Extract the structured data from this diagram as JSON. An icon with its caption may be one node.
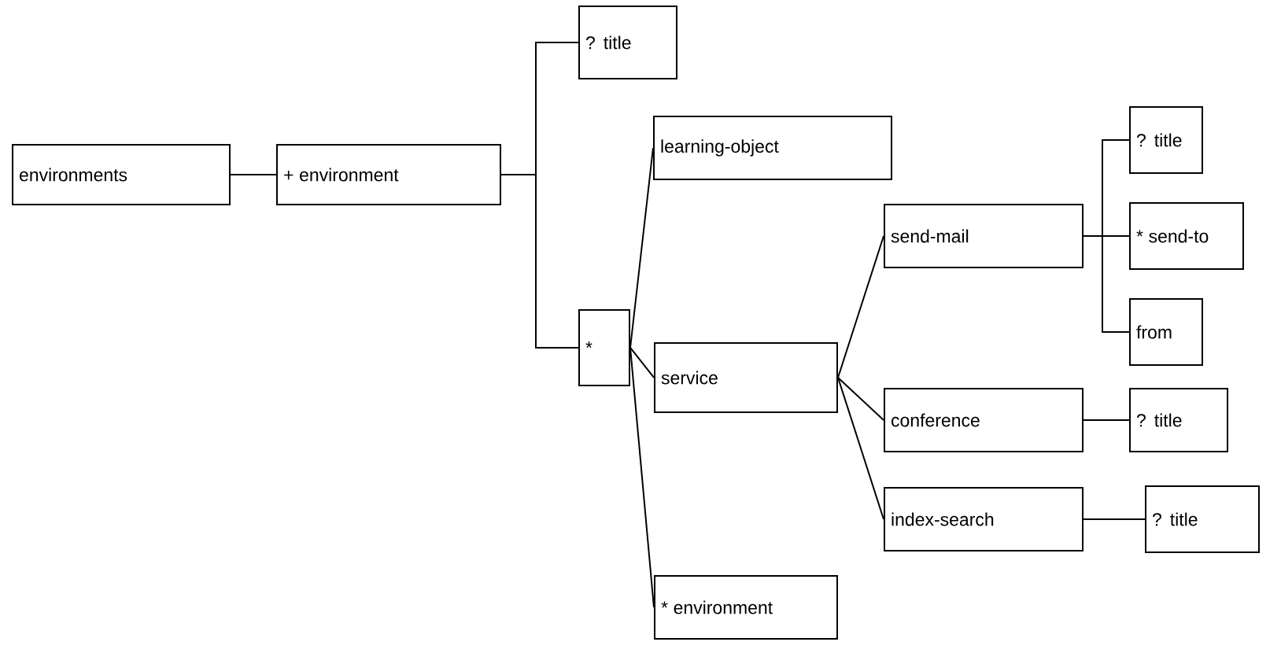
{
  "diagram": {
    "nodes": [
      {
        "text": [
          "environments"
        ]
      },
      {
        "text": [
          "+ environment"
        ]
      },
      {
        "text": [
          "? title"
        ]
      },
      {
        "text": [
          "learning-object"
        ]
      },
      {
        "text": [
          "*"
        ]
      },
      {
        "text": [
          "service"
        ]
      },
      {
        "text": [
          "send-mail"
        ]
      },
      {
        "text": [
          "? title"
        ]
      },
      {
        "text": [
          "* send-to"
        ]
      },
      {
        "text": [
          "from"
        ]
      },
      {
        "text": [
          "conference"
        ]
      },
      {
        "text": [
          "? title"
        ]
      },
      {
        "text": [
          "index-search"
        ]
      },
      {
        "text": [
          "? title"
        ]
      },
      {
        "text": [
          "* environment"
        ]
      }
    ],
    "edges": [
      {
        "from": 0,
        "to": 1,
        "arrow": "none"
      },
      {
        "from": 1,
        "to": 2,
        "arrow": "none"
      },
      {
        "from": 1,
        "to": 4,
        "arrow": "none"
      },
      {
        "from": 4,
        "to": 3,
        "arrow": "none"
      },
      {
        "from": 4,
        "to": 5,
        "arrow": "none"
      },
      {
        "from": 4,
        "to": 14,
        "arrow": "none"
      },
      {
        "from": 5,
        "to": 6,
        "arrow": "none"
      },
      {
        "from": 5,
        "to": 10,
        "arrow": "none"
      },
      {
        "from": 5,
        "to": 12,
        "arrow": "none"
      },
      {
        "from": 6,
        "to": 7,
        "arrow": "none"
      },
      {
        "from": 6,
        "to": 8,
        "arrow": "none"
      },
      {
        "from": 6,
        "to": 9,
        "arrow": "none"
      },
      {
        "from": 10,
        "to": 11,
        "arrow": "none"
      },
      {
        "from": 12,
        "to": 13,
        "arrow": "none"
      }
    ]
  }
}
